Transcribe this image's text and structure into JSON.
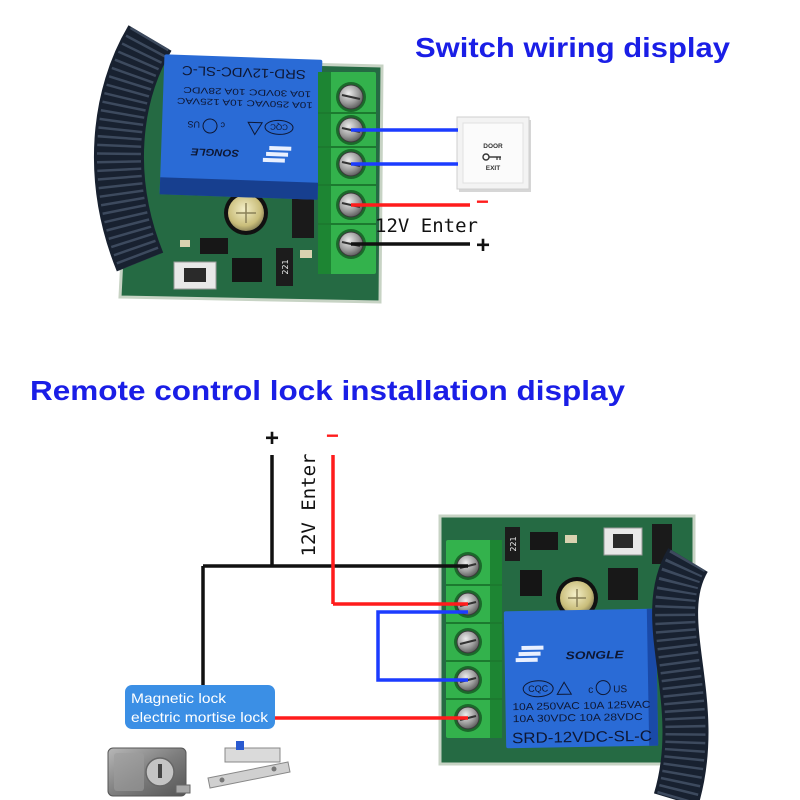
{
  "colors": {
    "title": "#1a1ee6",
    "wire_blue": "#1c3cff",
    "wire_red": "#ff1c1c",
    "wire_black": "#111111",
    "relay_blue": "#2a6bd6",
    "terminal_green": "#33b24c",
    "pcb_green": "#256a43",
    "label_blue": "#3b8fe5"
  },
  "switch_wiring": {
    "title": "Switch wiring display",
    "supply_label": "12V Enter",
    "negative_sign": "−",
    "positive_sign": "+",
    "door_switch": {
      "top_text": "DOOR",
      "bottom_text": "EXIT",
      "icon": "key-icon"
    },
    "relay": {
      "brand": "SONGLE",
      "rating_ac": "10A 250VAC 10A 125VAC",
      "rating_dc": "10A 30VDC 10A 28VDC",
      "model": "SRD-12VDC-SL-C",
      "cert_cqc": "CQC",
      "cert_c": "c",
      "cert_us": "US"
    },
    "chip_marking": "221"
  },
  "lock_installation": {
    "title": "Remote control lock installation display",
    "supply_label": "12V Enter",
    "positive_sign": "+",
    "negative_sign": "−",
    "lock_label": {
      "line1": "Magnetic lock",
      "line2": "electric mortise lock"
    },
    "lock_icons": [
      "rim-lock-icon",
      "electric-strike-icon"
    ],
    "relay": {
      "brand": "SONGLE",
      "rating_ac": "10A 250VAC 10A 125VAC",
      "rating_dc": "10A 30VDC 10A 28VDC",
      "model": "SRD-12VDC-SL-C",
      "cert_cqc": "CQC",
      "cert_c": "c",
      "cert_us": "US"
    },
    "chip_marking": "221"
  }
}
